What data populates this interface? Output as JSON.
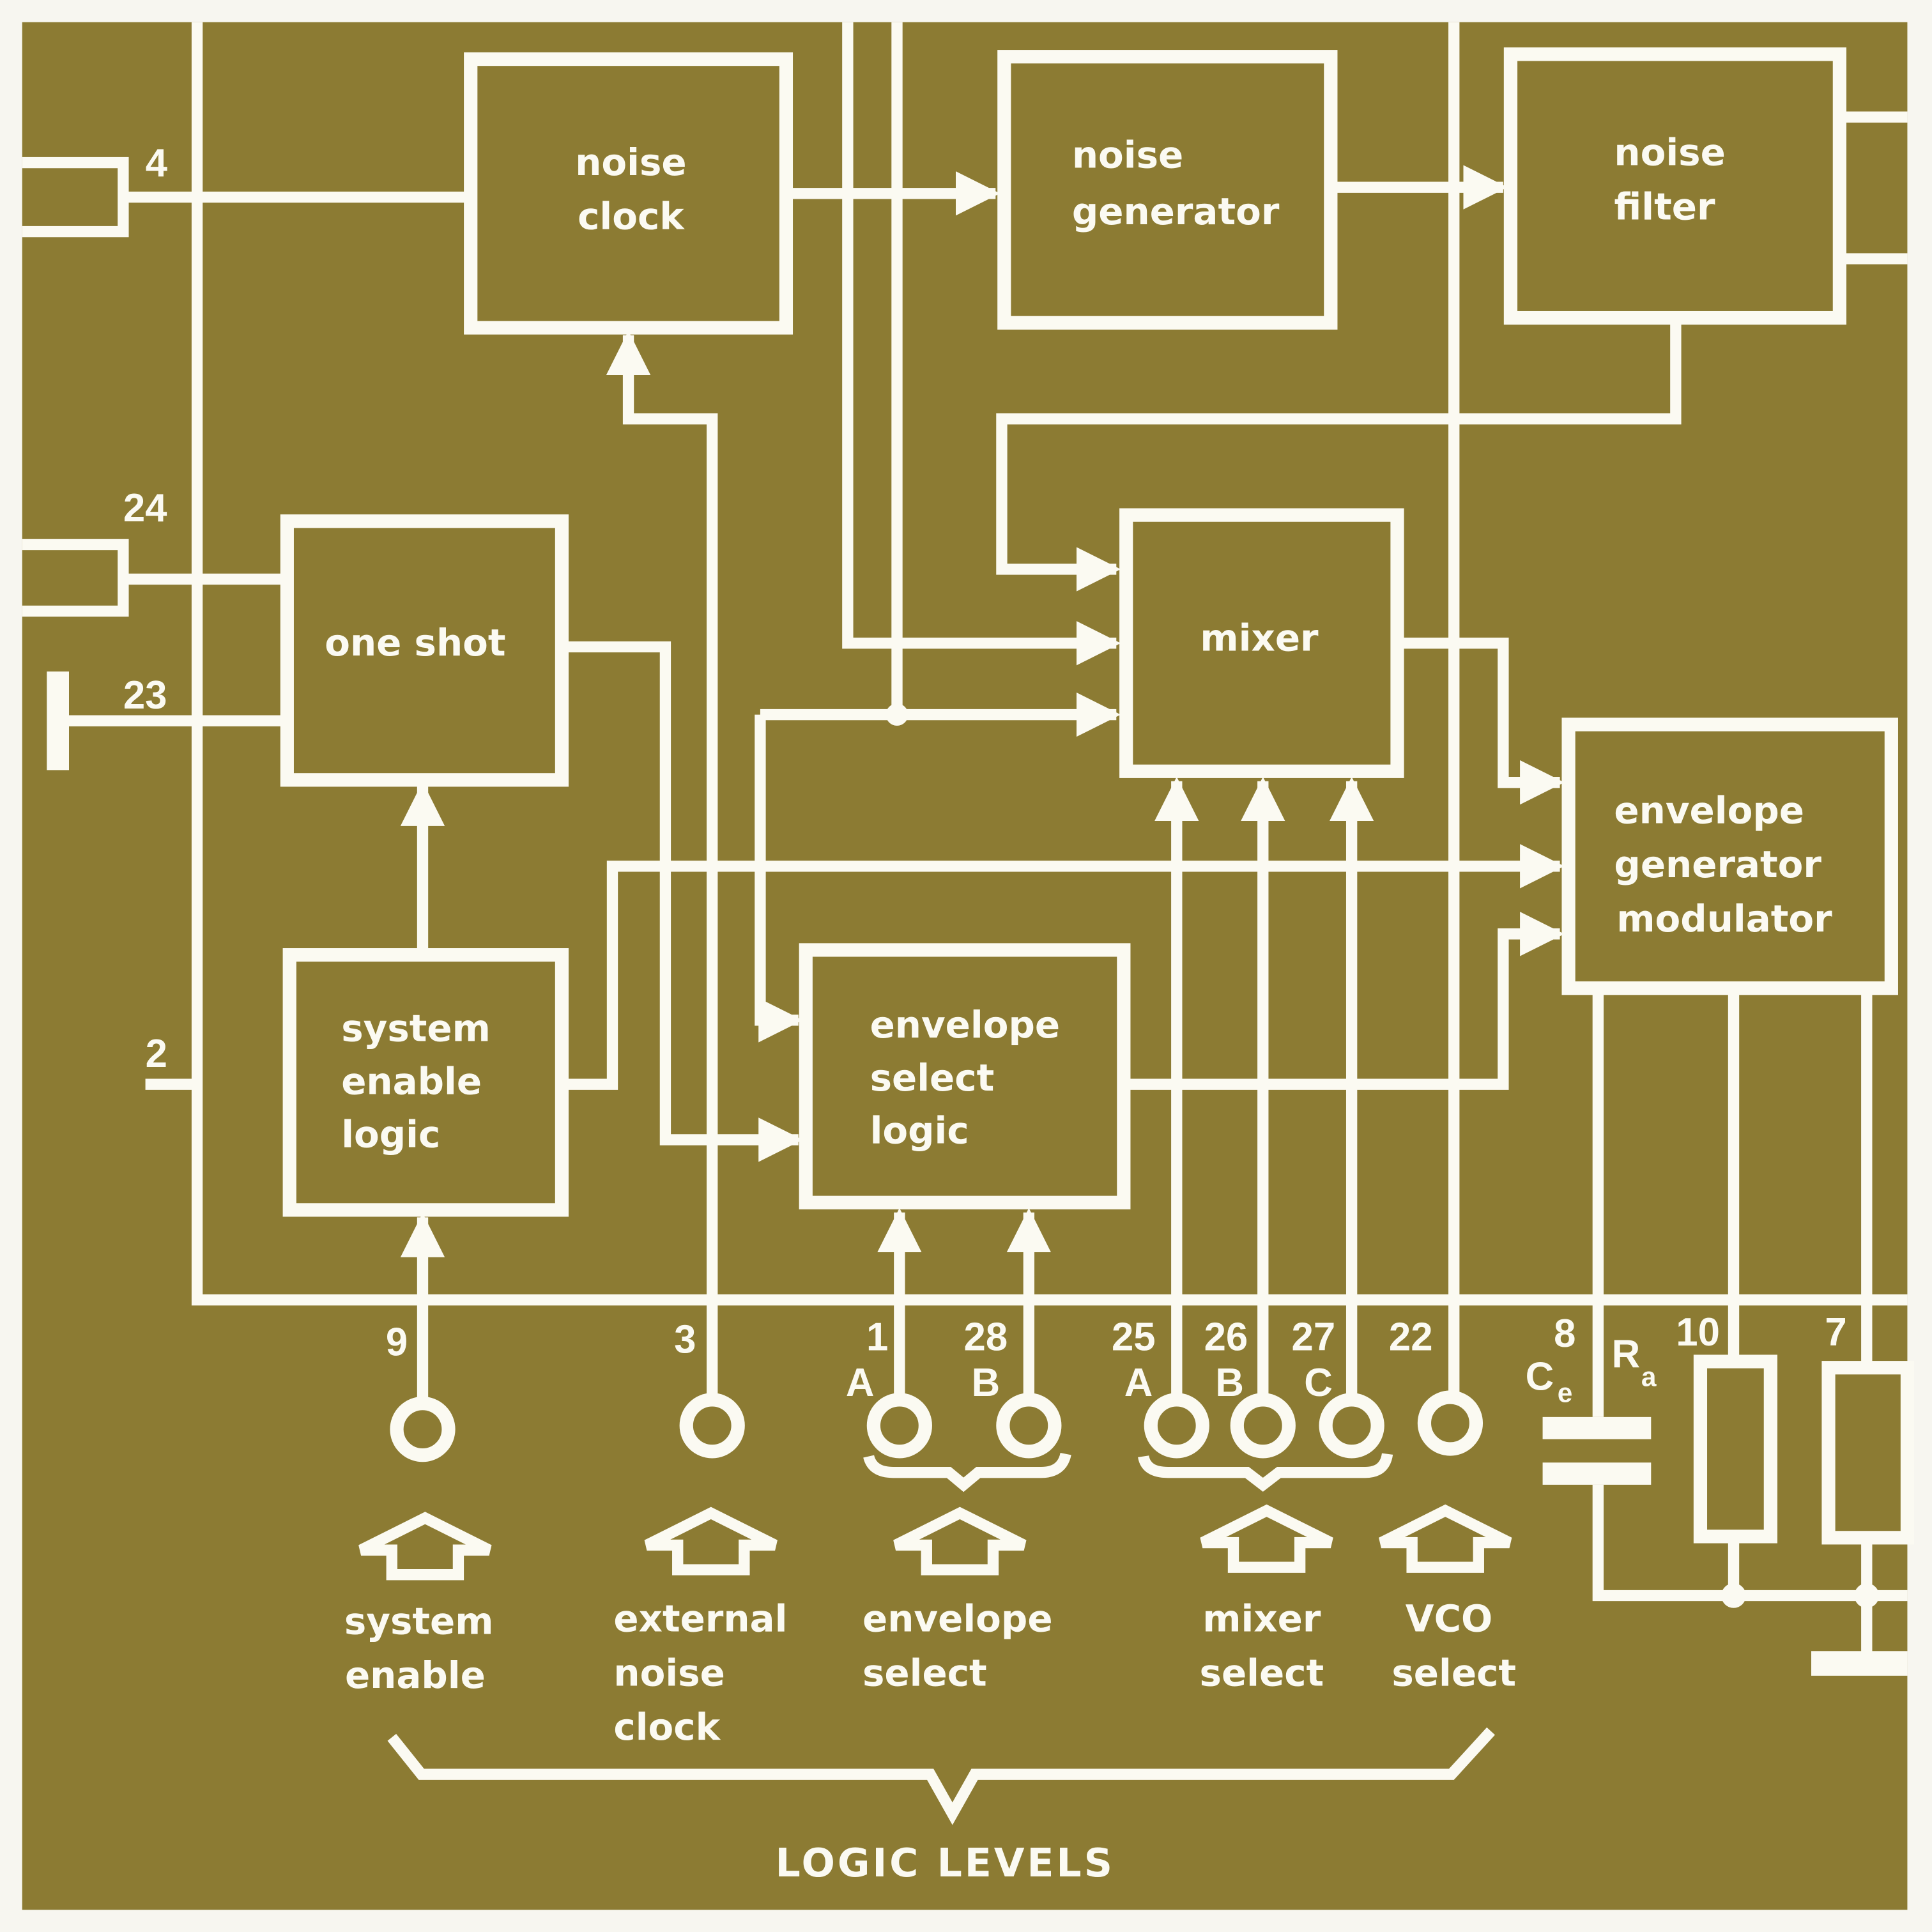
{
  "colors": {
    "board": "#8c7b33",
    "trace": "#fbfaf2",
    "page": "#f7f6f0"
  },
  "blocks": {
    "noise_clock": [
      "noise",
      "clock"
    ],
    "noise_generator": [
      "noise",
      "generator"
    ],
    "noise_filter": [
      "noise",
      "filter"
    ],
    "one_shot": [
      "one shot"
    ],
    "mixer": [
      "mixer"
    ],
    "envelope_generator_modulator": [
      "envelope",
      "generator",
      "modulator"
    ],
    "system_enable_logic": [
      "system",
      "enable",
      "logic"
    ],
    "envelope_select_logic": [
      "envelope",
      "select",
      "logic"
    ]
  },
  "pins": {
    "p4": "4",
    "p24": "24",
    "p23": "23",
    "p2": "2",
    "p9": "9",
    "p3": "3",
    "p1": "1",
    "p1_sub": "A",
    "p28": "28",
    "p28_sub": "B",
    "p25": "25",
    "p25_sub": "A",
    "p26": "26",
    "p26_sub": "B",
    "p27": "27",
    "p27_sub": "C",
    "p22": "22",
    "p8": "8",
    "ce": "C",
    "ce_sub": "e",
    "ra": "R",
    "ra_sub": "a",
    "p10": "10",
    "p7": "7"
  },
  "inputs": {
    "system_enable": [
      "system",
      "enable"
    ],
    "external_noise_clock": [
      "external",
      "noise",
      "clock"
    ],
    "envelope_select": [
      "envelope",
      "select"
    ],
    "mixer_select": [
      "mixer",
      "select"
    ],
    "vco_select": [
      "VCO",
      "select"
    ]
  },
  "footer": {
    "title": "LOGIC LEVELS"
  },
  "icons": {
    "input": "house-arrow-icon",
    "pin": "circle-terminal-icon"
  }
}
